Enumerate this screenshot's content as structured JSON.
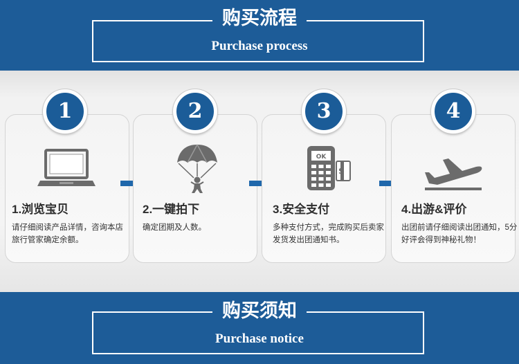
{
  "header": {
    "title_zh": "购买流程",
    "title_en": "Purchase process"
  },
  "steps": [
    {
      "number": "1",
      "title": "1.浏览宝贝",
      "desc": "请仔细阅读产品详情，咨询本店旅行管家确定余额。",
      "icon": "laptop-icon"
    },
    {
      "number": "2",
      "title": "2.一键拍下",
      "desc": "确定团期及人数。",
      "icon": "parachute-icon"
    },
    {
      "number": "3",
      "title": "3.安全支付",
      "desc": "多种支付方式，完成购买后卖家发货发出团通知书。",
      "icon": "pos-terminal-icon"
    },
    {
      "number": "4",
      "title": "4.出游&评价",
      "desc": "出团前请仔细阅读出团通知，5分好评会得到神秘礼物！",
      "icon": "airplane-icon"
    }
  ],
  "footer": {
    "title_zh": "购买须知",
    "title_en": "Purchase notice"
  },
  "colors": {
    "brand_blue": "#1d5c98",
    "badge_blue": "#1b5c98",
    "arrow_blue": "#1f67ab",
    "icon_gray": "#6b6b6b"
  }
}
